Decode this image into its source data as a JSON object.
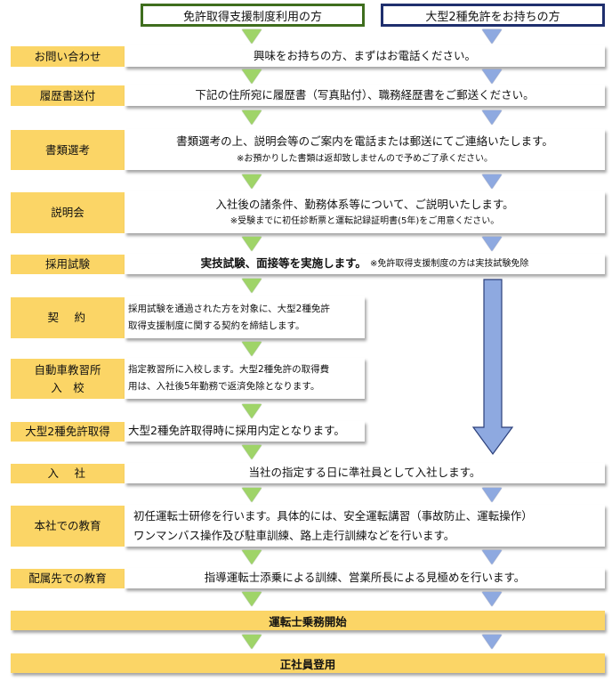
{
  "headers": {
    "left": "免許取得支援制度利用の方",
    "right": "大型2種免許をお持ちの方"
  },
  "steps": [
    {
      "label": "お問い合わせ",
      "text": "興味をお持ちの方、まずはお電話ください。"
    },
    {
      "label": "履歴書送付",
      "text": "下記の住所宛に履歴書（写真貼付）、職務経歴書をご郵送ください。"
    },
    {
      "label": "書類選考",
      "text": "書類選考の上、説明会等のご案内を電話または郵送にてご連絡いたします。",
      "note": "※お預かりした書類は返却致しませんので予めご了承ください。"
    },
    {
      "label": "説明会",
      "text": "入社後の諸条件、勤務体系等について、ご説明いたします。",
      "note": "※受験までに初任診断票と運転記録証明書(5年)をご用意ください。"
    },
    {
      "label": "採用試験",
      "text": "実技試験、面接等を実施します。",
      "note": "※免許取得支援制度の方は実技試験免除"
    },
    {
      "label": "契　約",
      "text": "採用試験を通過された方を対象に、大型2種免許取得支援制度に関する契約を締結します。",
      "lines": [
        "採用試験を通過された方を対象に、大型2種免許",
        "取得支援制度に関する契約を締結します。"
      ]
    },
    {
      "label_lines": [
        "自動車教習所",
        "入　校"
      ],
      "lines": [
        "指定教習所に入校します。大型2種免許の取得費",
        "用は、入社後5年勤務で返済免除となります。"
      ]
    },
    {
      "label": "大型2種免許取得",
      "text": "大型2種免許取得時に採用内定となります。"
    },
    {
      "label": "入　社",
      "text": "当社の指定する日に準社員として入社します。"
    },
    {
      "label": "本社での教育",
      "lines": [
        "初任運転士研修を行います。具体的には、安全運転講習（事故防止、運転操作）",
        "ワンマンバス操作及び駐車訓練、路上走行訓練などを行います。"
      ]
    },
    {
      "label": "配属先での教育",
      "text": "指導運転士添乗による訓練、営業所長による見極めを行います。"
    }
  ],
  "finals": [
    "運転士乗務開始",
    "正社員登用"
  ],
  "colors": {
    "label_bg": "#fbd566",
    "green_arrow": "#9fd468",
    "blue_arrow": "#8ea9e0",
    "green_border": "#3f6e1e",
    "blue_border": "#1f2f6e"
  }
}
